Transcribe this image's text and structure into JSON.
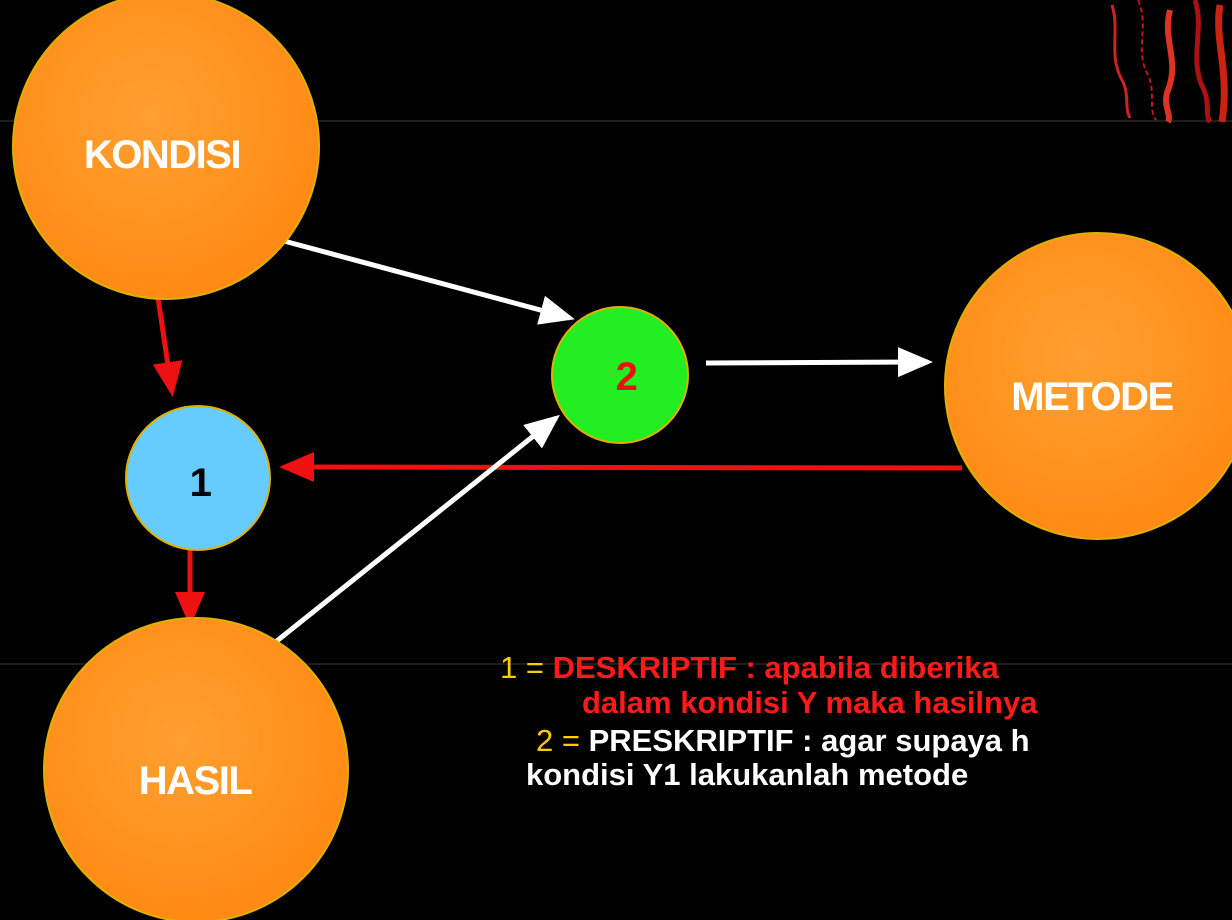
{
  "nodes": {
    "kondisi": {
      "label": "KONDISI"
    },
    "metode": {
      "label": "METODE"
    },
    "hasil": {
      "label": "HASIL"
    },
    "node1": {
      "label": "1"
    },
    "node2": {
      "label": "2"
    }
  },
  "notes": {
    "line1_num": "1 =",
    "line1_text": "DESKRIPTIF : apabila diberika",
    "line2_text": "dalam kondisi Y maka hasilnya",
    "line3_num": "2 =",
    "line3_text": "PRESKRIPTIF : agar supaya h",
    "line4_text": "kondisi Y1 lakukanlah metode"
  },
  "colors": {
    "background": "#000000",
    "node_orange": "#ff8c1a",
    "node_green": "#22ee22",
    "node_blue": "#66ccff",
    "arrow_red": "#ee1111",
    "arrow_white": "#ffffff",
    "number_yellow": "#ffcc00"
  }
}
